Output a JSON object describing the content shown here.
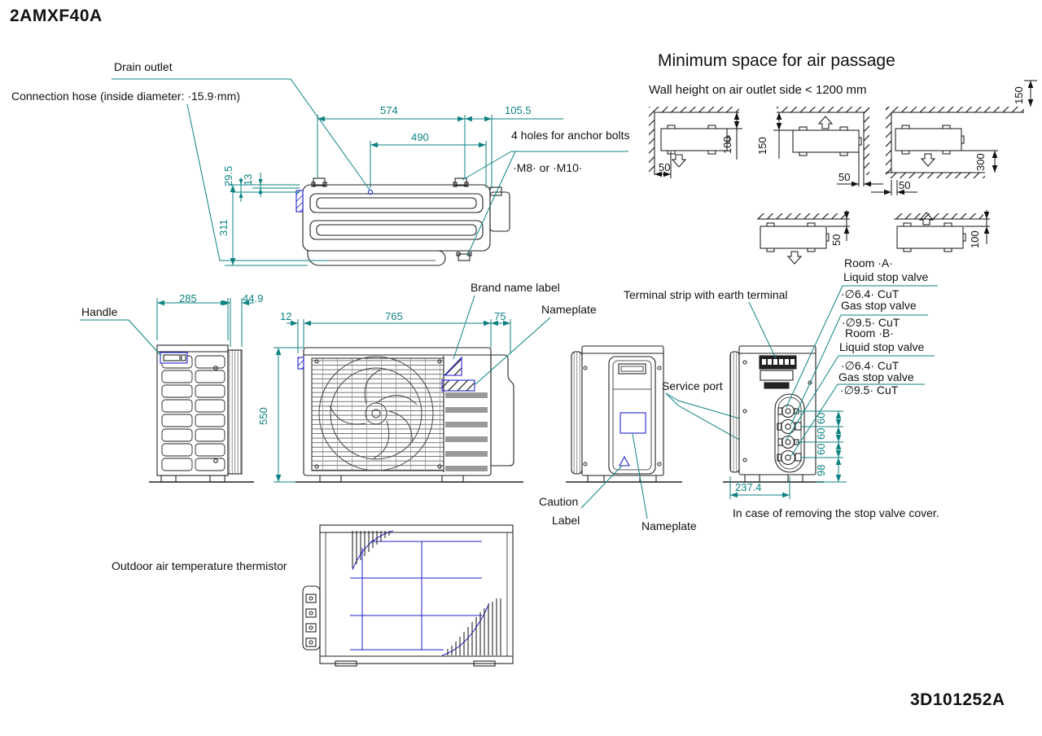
{
  "meta": {
    "model": "2AMXF40A",
    "drawing_code": "3D101252A"
  },
  "colors": {
    "dimension_teal": "#0e8282",
    "callout_blue": "#2222cc",
    "line": "#222222"
  },
  "top_view": {
    "drain_outlet": "Drain outlet",
    "connection_hose": "Connection hose (inside diameter: ·15.9·mm)",
    "anchor_holes": "4 holes for anchor bolts",
    "bolt_size": "·M8· or ·M10·",
    "dim_574": "574",
    "dim_105_5": "105.5",
    "dim_490": "490",
    "dim_29_5": "29.5",
    "dim_13": "13",
    "dim_311": "311"
  },
  "air_passage": {
    "title": "Minimum space for air passage",
    "subtitle": "Wall height on air outlet side < 1200 mm",
    "d1_side": "50",
    "d1_gap": "100",
    "d2_gap": "150",
    "d2_side": "50",
    "d3_above": "150",
    "d3_bottom": "300",
    "d3_side": "50",
    "d4_gap": "50",
    "d5_gap": "100"
  },
  "side_view": {
    "handle": "Handle",
    "dim_285": "285",
    "dim_44_9": "44.9"
  },
  "front_view": {
    "brand_label": "Brand name label",
    "nameplate": "Nameplate",
    "dim_12": "12",
    "dim_765": "765",
    "dim_75": "75",
    "dim_550": "550"
  },
  "back_view": {
    "service_port": "Service port",
    "caution_line1": "Caution",
    "caution_line2": "Label",
    "nameplate": "Nameplate"
  },
  "valve_view": {
    "terminal_strip": "Terminal strip with earth terminal",
    "room_a": "Room ·A·",
    "liquid_a": "Liquid stop valve",
    "liquid_a_size": "·∅6.4· CuT",
    "gas_a": "Gas stop valve",
    "gas_a_size": "·∅9.5· CuT",
    "room_b": "Room ·B·",
    "liquid_b": "Liquid stop valve",
    "liquid_b_size": "·∅6.4· CuT",
    "gas_b": "Gas stop valve",
    "gas_b_size": "·∅9.5· CuT",
    "note": "In case of removing the stop valve cover.",
    "dim_237_4": "237.4",
    "dim_98": "98",
    "dim_60": "60"
  },
  "bottom_view": {
    "thermistor": "Outdoor air temperature thermistor"
  }
}
